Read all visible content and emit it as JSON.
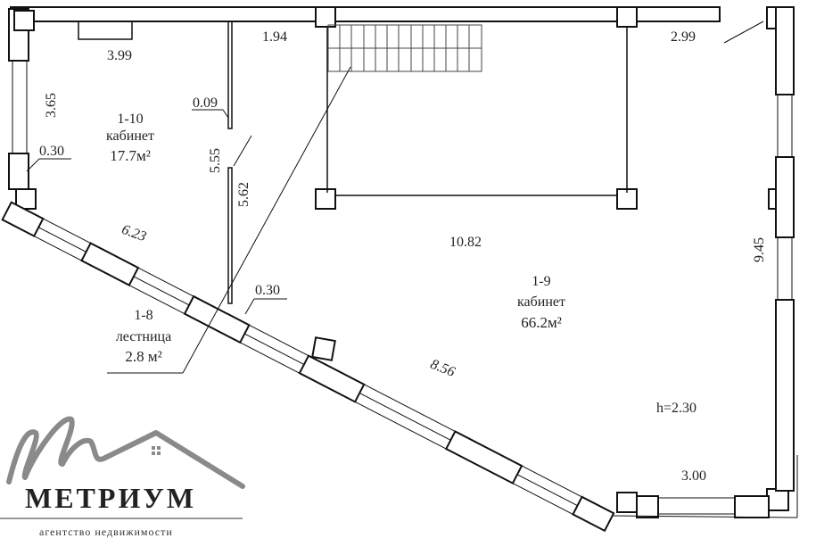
{
  "rooms": [
    {
      "id": "1-10",
      "name": "кабинет",
      "area": "17.7м²"
    },
    {
      "id": "1-9",
      "name": "кабинет",
      "area": "66.2м²"
    },
    {
      "id": "1-8",
      "name": "лестница",
      "area": "2.8 м²"
    }
  ],
  "dimensions": {
    "top_left_width": "3.99",
    "left_height": "3.65",
    "wall_thickness_left": "0.30",
    "partition_thickness": "0.09",
    "partition_len_a": "5.55",
    "partition_len_b": "5.62",
    "corridor_width": "1.94",
    "top_right": "2.99",
    "diag_upper": "6.23",
    "wall_thickness_diag": "0.30",
    "main_width": "10.82",
    "right_height": "9.45",
    "diag_lower": "8.56",
    "bottom_right": "3.00",
    "ceiling_height": "h=2.30"
  },
  "logo": {
    "title": "МЕТРИУМ",
    "subtitle": "агентство недвижимости",
    "color": "#8a8a8a"
  }
}
